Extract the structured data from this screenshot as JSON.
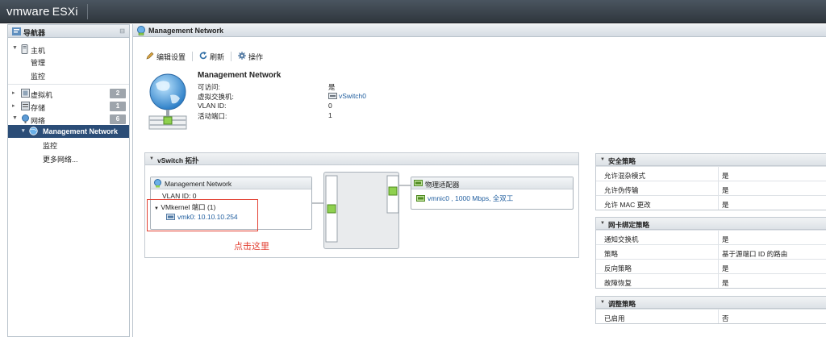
{
  "app": {
    "brand": "vmware",
    "product": "ESXi"
  },
  "navigator": {
    "title": "导航器",
    "items": [
      {
        "label": "主机"
      },
      {
        "label": "管理"
      },
      {
        "label": "监控"
      },
      {
        "label": "虚拟机",
        "count": "2"
      },
      {
        "label": "存储",
        "count": "1"
      },
      {
        "label": "网络",
        "count": "6"
      },
      {
        "label": "Management Network"
      },
      {
        "label": "监控"
      },
      {
        "label": "更多网络..."
      }
    ]
  },
  "main": {
    "title": "Management Network",
    "toolbar": {
      "edit": "编辑设置",
      "refresh": "刷新",
      "actions": "操作"
    },
    "summary": {
      "title": "Management Network",
      "rows": [
        {
          "key": "可访问:",
          "value": "是"
        },
        {
          "key": "虚拟交换机:",
          "value": "vSwitch0"
        },
        {
          "key": "VLAN ID:",
          "value": "0"
        },
        {
          "key": "活动端口:",
          "value": "1"
        }
      ]
    },
    "topology": {
      "title": "vSwitch 拓扑",
      "portgroup": {
        "name": "Management Network",
        "vlan": "VLAN ID: 0",
        "vmkernel_ports": "VMkernel 端口 (1)",
        "vmk": "vmk0: 10.10.10.254"
      },
      "adapters": {
        "title": "物理适配器",
        "nic": "vmnic0 , 1000 Mbps, 全双工"
      },
      "annotation": "点击这里"
    },
    "policies": [
      {
        "title": "安全策略",
        "rows": [
          {
            "key": "允许混杂模式",
            "value": "是"
          },
          {
            "key": "允许伪传输",
            "value": "是"
          },
          {
            "key": "允许 MAC 更改",
            "value": "是"
          }
        ]
      },
      {
        "title": "网卡绑定策略",
        "rows": [
          {
            "key": "通知交换机",
            "value": "是"
          },
          {
            "key": "策略",
            "value": "基于源端口 ID 的路由"
          },
          {
            "key": "反向策略",
            "value": "是"
          },
          {
            "key": "故障恢复",
            "value": "是"
          }
        ]
      },
      {
        "title": "调整策略",
        "rows": [
          {
            "key": "已启用",
            "value": "否"
          }
        ]
      }
    ]
  },
  "colors": {
    "accent": "#2b4d77",
    "annotation": "#e34234",
    "link": "#1f5d9e",
    "port_green": "#8fd14f"
  }
}
